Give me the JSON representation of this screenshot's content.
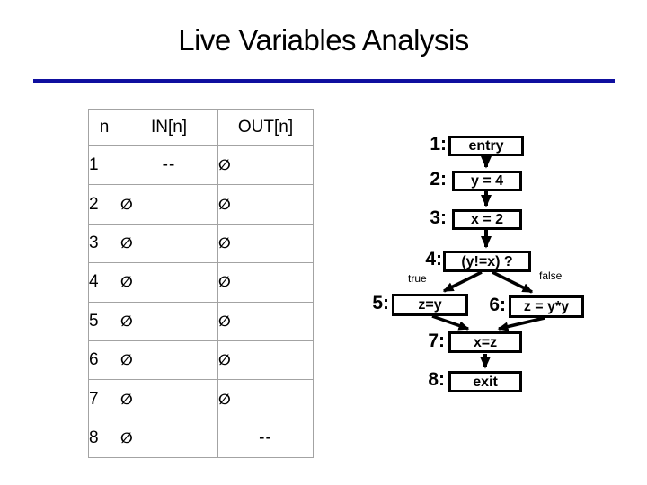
{
  "title": "Live Variables Analysis",
  "accent_color": "#0f0f9f",
  "table": {
    "headers": [
      "n",
      "IN[n]",
      "OUT[n]"
    ],
    "rows": [
      {
        "n": "1",
        "in": "--",
        "out": "∅"
      },
      {
        "n": "2",
        "in": "∅",
        "out": "∅"
      },
      {
        "n": "3",
        "in": "∅",
        "out": "∅"
      },
      {
        "n": "4",
        "in": "∅",
        "out": "∅"
      },
      {
        "n": "5",
        "in": "∅",
        "out": "∅"
      },
      {
        "n": "6",
        "in": "∅",
        "out": "∅"
      },
      {
        "n": "7",
        "in": "∅",
        "out": "∅"
      },
      {
        "n": "8",
        "in": "∅",
        "out": "--"
      }
    ]
  },
  "flowchart": {
    "nodes": [
      {
        "id": "1:",
        "label": "entry"
      },
      {
        "id": "2:",
        "label": "y = 4"
      },
      {
        "id": "3:",
        "label": "x = 2"
      },
      {
        "id": "4:",
        "label": "(y!=x) ?"
      },
      {
        "id": "5:",
        "label": "z=y"
      },
      {
        "id": "6:",
        "label": "z = y*y"
      },
      {
        "id": "7:",
        "label": "x=z"
      },
      {
        "id": "8:",
        "label": "exit"
      }
    ],
    "branch_labels": {
      "true_label": "true",
      "false_label": "false"
    },
    "edges": [
      {
        "from": "1",
        "to": "2"
      },
      {
        "from": "2",
        "to": "3"
      },
      {
        "from": "3",
        "to": "4"
      },
      {
        "from": "4",
        "to": "5",
        "label": "true"
      },
      {
        "from": "4",
        "to": "6",
        "label": "false"
      },
      {
        "from": "5",
        "to": "7"
      },
      {
        "from": "6",
        "to": "7"
      },
      {
        "from": "7",
        "to": "8"
      }
    ]
  }
}
